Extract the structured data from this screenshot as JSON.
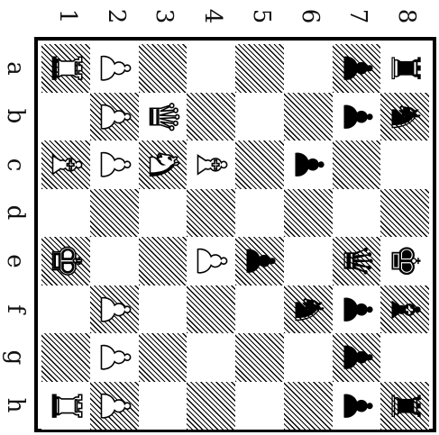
{
  "ranks": [
    "1",
    "2",
    "3",
    "4",
    "5",
    "6",
    "7",
    "8"
  ],
  "files": [
    "a",
    "b",
    "c",
    "d",
    "e",
    "f",
    "g",
    "h"
  ],
  "pieces": [
    {
      "square": "a1",
      "color": "w",
      "glyph": "♜",
      "name": "white-rook"
    },
    {
      "square": "a2",
      "color": "w",
      "glyph": "♟",
      "name": "white-pawn"
    },
    {
      "square": "a7",
      "color": "b",
      "glyph": "♟",
      "name": "black-pawn"
    },
    {
      "square": "a8",
      "color": "b",
      "glyph": "♜",
      "name": "black-rook"
    },
    {
      "square": "b2",
      "color": "w",
      "glyph": "♟",
      "name": "white-pawn"
    },
    {
      "square": "b3",
      "color": "w",
      "glyph": "♛",
      "name": "white-queen"
    },
    {
      "square": "b7",
      "color": "b",
      "glyph": "♟",
      "name": "black-pawn"
    },
    {
      "square": "b8",
      "color": "b",
      "glyph": "♞",
      "name": "black-knight"
    },
    {
      "square": "c1",
      "color": "w",
      "glyph": "♝",
      "name": "white-bishop"
    },
    {
      "square": "c2",
      "color": "w",
      "glyph": "♟",
      "name": "white-pawn"
    },
    {
      "square": "c3",
      "color": "w",
      "glyph": "♞",
      "name": "white-knight"
    },
    {
      "square": "c4",
      "color": "w",
      "glyph": "♝",
      "name": "white-bishop"
    },
    {
      "square": "c6",
      "color": "b",
      "glyph": "♟",
      "name": "black-pawn"
    },
    {
      "square": "e1",
      "color": "w",
      "glyph": "♚",
      "name": "white-king"
    },
    {
      "square": "e4",
      "color": "w",
      "glyph": "♟",
      "name": "white-pawn"
    },
    {
      "square": "e5",
      "color": "b",
      "glyph": "♟",
      "name": "black-pawn"
    },
    {
      "square": "e7",
      "color": "b",
      "glyph": "♛",
      "name": "black-queen"
    },
    {
      "square": "e8",
      "color": "b",
      "glyph": "♚",
      "name": "black-king"
    },
    {
      "square": "f2",
      "color": "w",
      "glyph": "♟",
      "name": "white-pawn"
    },
    {
      "square": "f6",
      "color": "b",
      "glyph": "♞",
      "name": "black-knight"
    },
    {
      "square": "f7",
      "color": "b",
      "glyph": "♟",
      "name": "black-pawn"
    },
    {
      "square": "f8",
      "color": "b",
      "glyph": "♝",
      "name": "black-bishop"
    },
    {
      "square": "g2",
      "color": "w",
      "glyph": "♟",
      "name": "white-pawn"
    },
    {
      "square": "g7",
      "color": "b",
      "glyph": "♟",
      "name": "black-pawn"
    },
    {
      "square": "h1",
      "color": "w",
      "glyph": "♜",
      "name": "white-rook"
    },
    {
      "square": "h2",
      "color": "w",
      "glyph": "♟",
      "name": "white-pawn"
    },
    {
      "square": "h7",
      "color": "b",
      "glyph": "♟",
      "name": "black-pawn"
    },
    {
      "square": "h8",
      "color": "b",
      "glyph": "♜",
      "name": "black-rook"
    }
  ]
}
